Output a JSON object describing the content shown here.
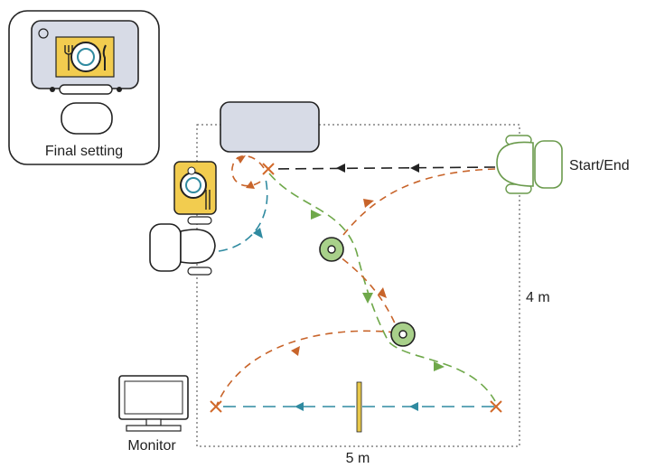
{
  "inset": {
    "caption": "Final setting"
  },
  "labels": {
    "start_end": "Start/End",
    "height": "4 m",
    "width": "5 m",
    "monitor": "Monitor"
  },
  "colors": {
    "chair_green": "#6a9a4c",
    "path_orange": "#c8642a",
    "path_green": "#6fa84a",
    "path_teal": "#2f8aa0",
    "marker_x": "#d2692a",
    "table_fill": "#d7dbe6",
    "placemat": "#f2cc4f",
    "disc_fill": "#a8d08a",
    "divider": "#e8c84a"
  },
  "icons": [
    "chair-icon",
    "table-icon",
    "plate-icon",
    "fork-icon",
    "knife-icon",
    "monitor-icon",
    "cross-marker-icon",
    "ring-target-icon"
  ]
}
